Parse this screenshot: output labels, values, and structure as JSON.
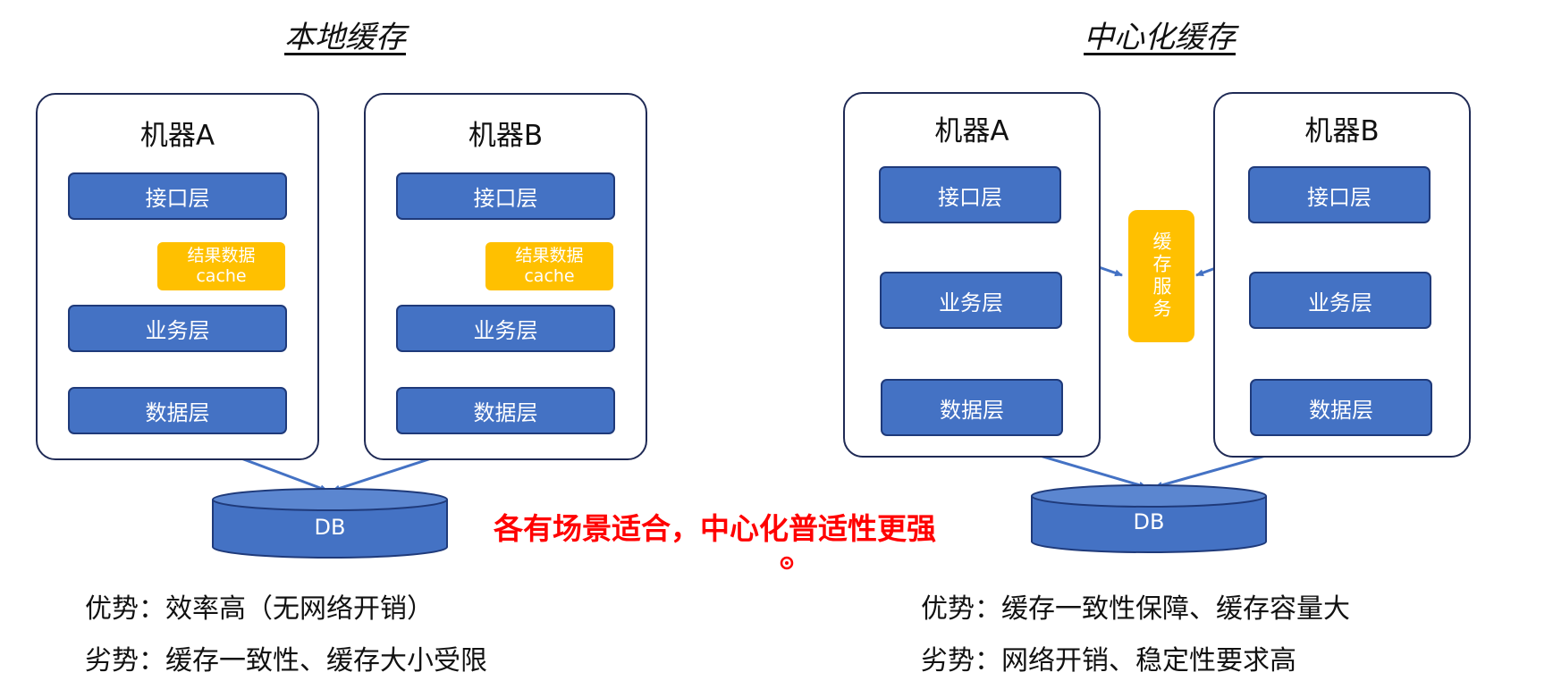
{
  "left": {
    "title": "本地缓存",
    "machine_a": {
      "title": "机器A",
      "interface": "接口层",
      "business": "业务层",
      "data": "数据层",
      "cache_line1": "结果数据",
      "cache_line2": "cache"
    },
    "machine_b": {
      "title": "机器B",
      "interface": "接口层",
      "business": "业务层",
      "data": "数据层",
      "cache_line1": "结果数据",
      "cache_line2": "cache"
    },
    "db": "DB",
    "pros": "优势：效率高（无网络开销）",
    "cons": "劣势：缓存一致性、缓存大小受限"
  },
  "right": {
    "title": "中心化缓存",
    "machine_a": {
      "title": "机器A",
      "interface": "接口层",
      "business": "业务层",
      "data": "数据层"
    },
    "machine_b": {
      "title": "机器B",
      "interface": "接口层",
      "business": "业务层",
      "data": "数据层"
    },
    "cache_service": "缓存服务",
    "db": "DB",
    "pros": "优势：缓存一致性保障、缓存容量大",
    "cons": "劣势：网络开销、稳定性要求高"
  },
  "slogan": "各有场景适合，中心化普适性更强",
  "colors": {
    "layer_blue": "#4472c4",
    "cache_yellow": "#ffc000",
    "slogan_red": "#ff0000"
  }
}
